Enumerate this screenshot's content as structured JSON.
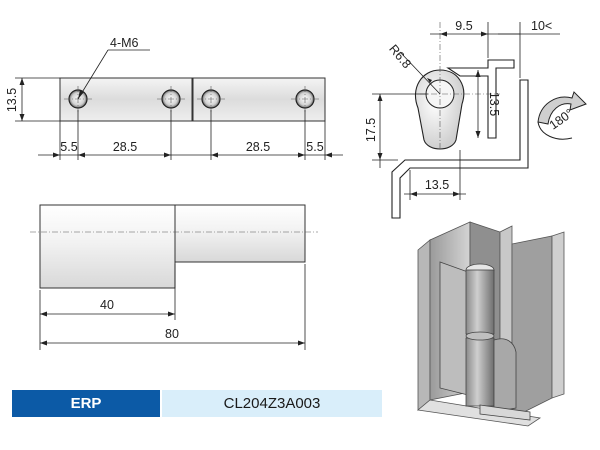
{
  "top_view": {
    "hole_label": "4-M6",
    "height_label": "13.5",
    "left_offset": "5.5",
    "left_spacing": "28.5",
    "right_spacing": "28.5",
    "right_offset": "5.5"
  },
  "side_view": {
    "radius_label": "R6.8",
    "top_width": "9.5",
    "gap_label": "10<",
    "knuckle_height": "13.5",
    "lower_height": "17.5",
    "bottom_width": "13.5",
    "rotation_label": "180°"
  },
  "front_view": {
    "short_length": "40",
    "total_length": "80"
  },
  "erp": {
    "label": "ERP",
    "code": "CL204Z3A003"
  },
  "colors": {
    "erp_label_bg": "#0c5aa6",
    "erp_code_bg": "#d9eefa"
  }
}
